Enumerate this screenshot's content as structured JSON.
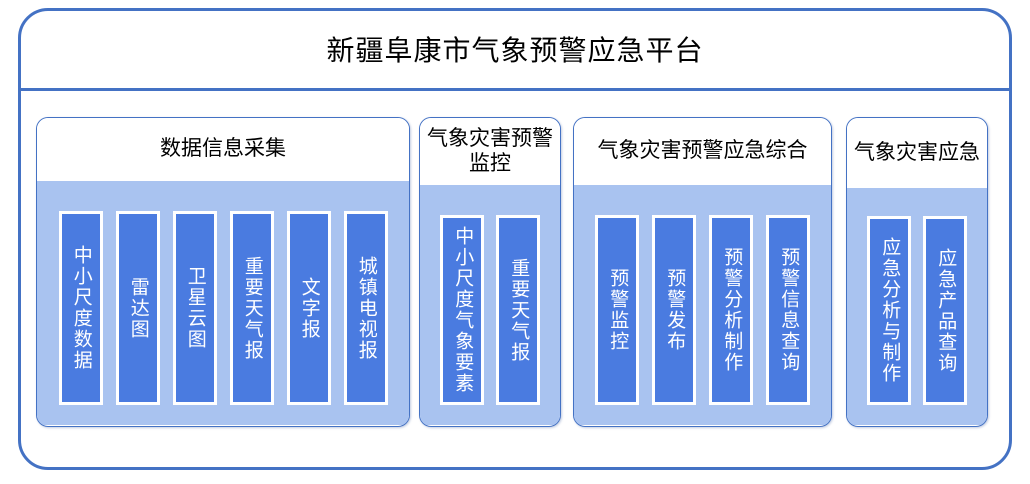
{
  "header": {
    "app_title": "新疆阜康市气象预警应急平台"
  },
  "panels": [
    {
      "title": "数据信息采集",
      "items": [
        {
          "label": "中小尺度数据"
        },
        {
          "label": "雷达图"
        },
        {
          "label": "卫星云图"
        },
        {
          "label": "重要天气报"
        },
        {
          "label": "文字报"
        },
        {
          "label": "城镇电视报"
        }
      ]
    },
    {
      "title": "气象灾害预警监控",
      "items": [
        {
          "label": "中小尺度气象要素"
        },
        {
          "label": "重要天气报"
        }
      ]
    },
    {
      "title": "气象灾害预警应急综合",
      "items": [
        {
          "label": "预警监控"
        },
        {
          "label": "预警发布"
        },
        {
          "label": "预警分析制作"
        },
        {
          "label": "预警信息查询"
        }
      ]
    },
    {
      "title": "气象灾害应急",
      "items": [
        {
          "label": "应急分析与制作"
        },
        {
          "label": "应急产品查询"
        }
      ]
    }
  ],
  "colors": {
    "frame_border": "#4472C4",
    "panel_body": "#A9C3F0",
    "bar_fill": "#4A7BE0",
    "bar_border": "#FFFFFF",
    "title_text": "#000000",
    "bar_text": "#FFFFFF",
    "background": "#FFFFFF"
  }
}
